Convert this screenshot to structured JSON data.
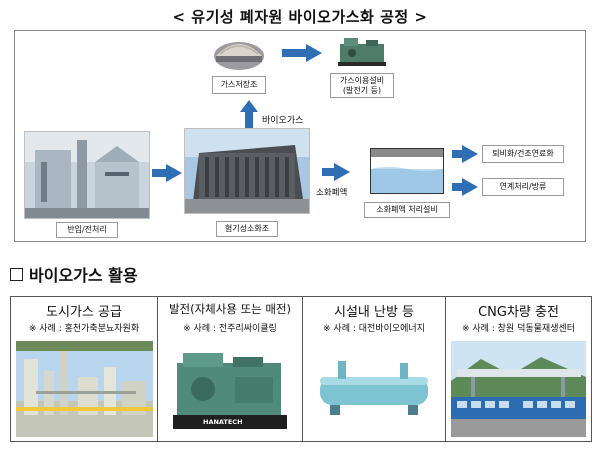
{
  "title": "< 유기성 폐자원 바이오가스화 공정 >",
  "process": {
    "gas_storage": "가스저장조",
    "gas_use_line1": "가스이용설비",
    "gas_use_line2": "(발전기 등)",
    "biogas_label": "바이오가스",
    "intake": "반입/전처리",
    "digester": "혐기성소화조",
    "digestate_label": "소화폐액",
    "digestate_facility": "소화폐액 처리설비",
    "compost": "퇴비화/건조연료화",
    "linked_treatment": "연계처리/방류"
  },
  "section": {
    "title": "바이오가스 활용"
  },
  "usage": [
    {
      "title": "도시가스 공급",
      "example": "※ 사례 : 홍천가축분뇨자원화"
    },
    {
      "title": "발전(자체사용 또는 매전)",
      "example": "※ 사례 : 전주리싸이클링"
    },
    {
      "title": "시설내 난방 등",
      "example": "※ 사례 : 대전바이오에너지"
    },
    {
      "title": "CNG차량 충전",
      "example": "※ 사례 : 창원 덕동물재생센터"
    }
  ],
  "brand_text": "HANATECH",
  "colors": {
    "arrow": "#2f6db5",
    "frame": "#8c8c8c"
  }
}
